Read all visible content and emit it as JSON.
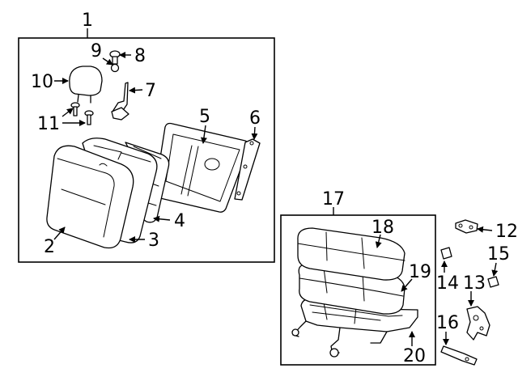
{
  "diagram": {
    "assembly_numbers": {
      "seat_back_assembly": "1",
      "seat_cushion_assembly": "17"
    },
    "callouts": [
      {
        "id": "c2",
        "label": "2"
      },
      {
        "id": "c3",
        "label": "3"
      },
      {
        "id": "c4",
        "label": "4"
      },
      {
        "id": "c5",
        "label": "5"
      },
      {
        "id": "c6",
        "label": "6"
      },
      {
        "id": "c7",
        "label": "7"
      },
      {
        "id": "c8",
        "label": "8"
      },
      {
        "id": "c9",
        "label": "9"
      },
      {
        "id": "c10",
        "label": "10"
      },
      {
        "id": "c11",
        "label": "11"
      },
      {
        "id": "c12",
        "label": "12"
      },
      {
        "id": "c13",
        "label": "13"
      },
      {
        "id": "c14",
        "label": "14"
      },
      {
        "id": "c15",
        "label": "15"
      },
      {
        "id": "c16",
        "label": "16"
      },
      {
        "id": "c18",
        "label": "18"
      },
      {
        "id": "c19",
        "label": "19"
      },
      {
        "id": "c20",
        "label": "20"
      }
    ]
  }
}
